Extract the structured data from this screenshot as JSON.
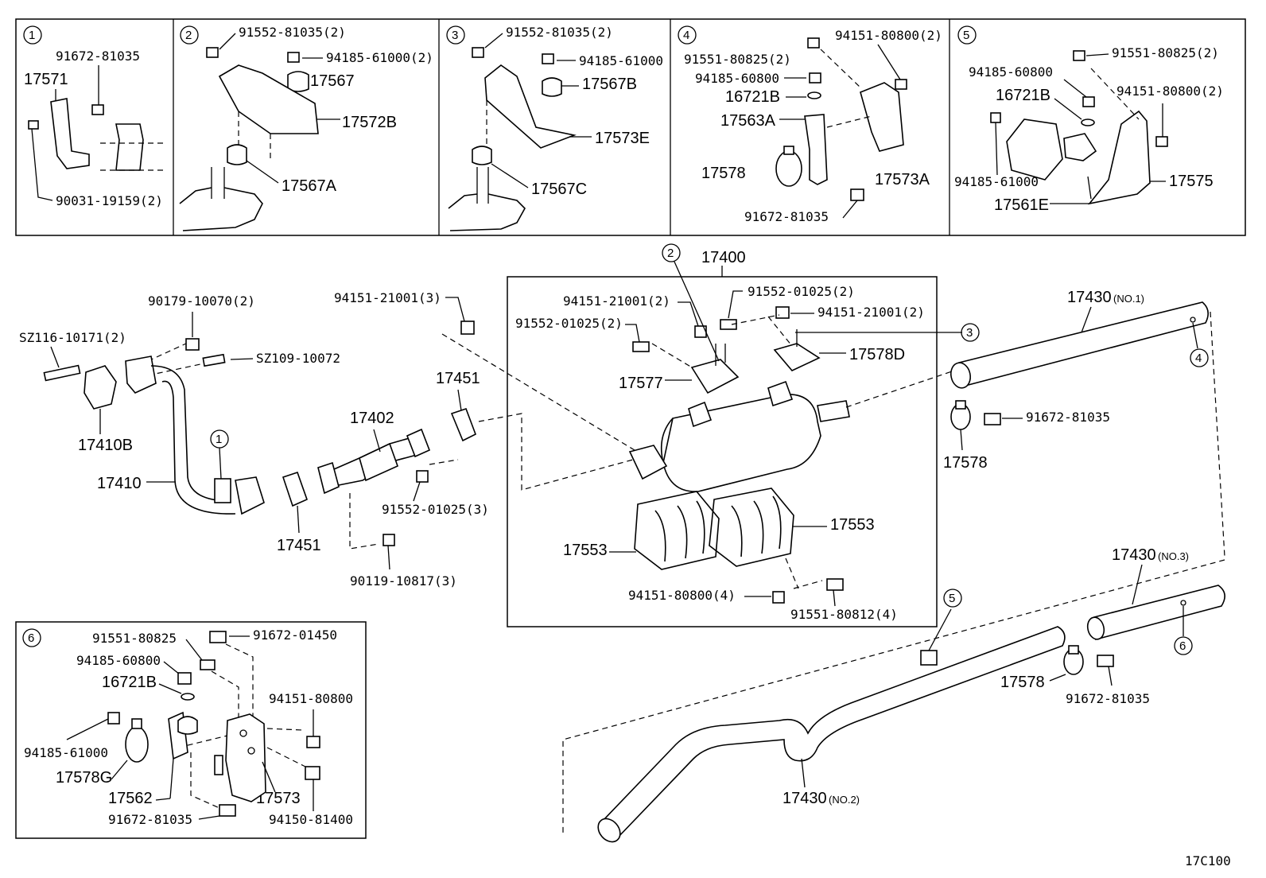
{
  "diagram_code": "17C100",
  "section_labels": [
    "1",
    "2",
    "3",
    "4",
    "5",
    "6"
  ],
  "sub1": {
    "p1": "91672-81035",
    "p2": "17571",
    "p3": "90031-19159(2)"
  },
  "sub2": {
    "p1": "91552-81035(2)",
    "p2": "94185-61000(2)",
    "p3": "17567",
    "p4": "17572B",
    "p5": "17567A"
  },
  "sub3": {
    "p1": "91552-81035(2)",
    "p2": "94185-61000",
    "p3": "17567B",
    "p4": "17573E",
    "p5": "17567C"
  },
  "sub4": {
    "p1": "94151-80800(2)",
    "p2": "91551-80825(2)",
    "p3": "94185-60800",
    "p4": "16721B",
    "p5": "17563A",
    "p6": "17578",
    "p7": "17573A",
    "p8": "91672-81035"
  },
  "sub5": {
    "p1": "91551-80825(2)",
    "p2": "94185-60800",
    "p3": "16721B",
    "p4": "94151-80800(2)",
    "p5": "94185-61000",
    "p6": "17561E",
    "p7": "17575"
  },
  "sub6": {
    "p1": "91551-80825",
    "p2": "91672-01450",
    "p3": "94185-60800",
    "p4": "16721B",
    "p5": "94151-80800",
    "p6": "94185-61000",
    "p7": "17578G",
    "p8": "17562",
    "p9": "17573",
    "p10": "91672-81035",
    "p11": "94150-81400"
  },
  "main": {
    "p17400": "17400",
    "p90179": "90179-10070(2)",
    "pSZ116": "SZ116-10171(2)",
    "pSZ109": "SZ109-10072",
    "p17410B": "17410B",
    "p17410": "17410",
    "p94151a": "94151-21001(3)",
    "p17451a": "17451",
    "p17402": "17402",
    "p17451b": "17451",
    "p91552a": "91552-01025(3)",
    "p90119": "90119-10817(3)",
    "p94151b": "94151-21001(2)",
    "p91552b": "91552-01025(2)",
    "p91552c": "91552-01025(2)",
    "p94151c": "94151-21001(2)",
    "p17577": "17577",
    "p17578D": "17578D",
    "p17553a": "17553",
    "p17553b": "17553",
    "p94151d": "94151-80800(4)",
    "p91551": "91551-80812(4)",
    "p17430_1": "17430",
    "p17430_1q": "(NO.1)",
    "p91672a": "91672-81035",
    "p17578a": "17578",
    "p17430_3": "17430",
    "p17430_3q": "(NO.3)",
    "p17578b": "17578",
    "p91672b": "91672-81035",
    "p17430_2": "17430",
    "p17430_2q": "(NO.2)"
  }
}
